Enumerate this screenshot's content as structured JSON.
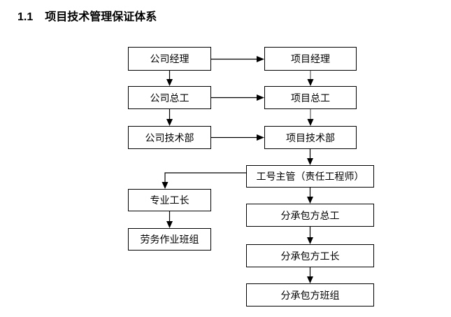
{
  "page": {
    "section_number": "1.1",
    "section_title": "项目技术管理保证体系"
  },
  "flowchart": {
    "nodes": {
      "company_manager": "公司经理",
      "project_manager": "项目经理",
      "company_chief_engineer": "公司总工",
      "project_chief_engineer": "项目总工",
      "company_tech_dept": "公司技术部",
      "project_tech_dept": "项目技术部",
      "site_supervisor": "工号主管（责任工程师）",
      "specialty_foreman": "专业工长",
      "labor_team": "劳务作业班组",
      "subcontractor_chief_engineer": "分承包方总工",
      "subcontractor_foreman": "分承包方工长",
      "subcontractor_team": "分承包方班组"
    },
    "edges": [
      {
        "from": "company_manager",
        "to": "project_manager"
      },
      {
        "from": "company_manager",
        "to": "company_chief_engineer"
      },
      {
        "from": "project_manager",
        "to": "project_chief_engineer"
      },
      {
        "from": "company_chief_engineer",
        "to": "project_chief_engineer"
      },
      {
        "from": "company_chief_engineer",
        "to": "company_tech_dept"
      },
      {
        "from": "project_chief_engineer",
        "to": "project_tech_dept"
      },
      {
        "from": "company_tech_dept",
        "to": "project_tech_dept"
      },
      {
        "from": "project_tech_dept",
        "to": "site_supervisor"
      },
      {
        "from": "site_supervisor",
        "to": "specialty_foreman"
      },
      {
        "from": "site_supervisor",
        "to": "subcontractor_chief_engineer"
      },
      {
        "from": "specialty_foreman",
        "to": "labor_team"
      },
      {
        "from": "subcontractor_chief_engineer",
        "to": "subcontractor_foreman"
      },
      {
        "from": "subcontractor_foreman",
        "to": "subcontractor_team"
      }
    ],
    "colors": {
      "line": "#000000",
      "gray_line": "#808080",
      "box_border": "#000000",
      "background": "#ffffff",
      "text": "#000000"
    }
  }
}
